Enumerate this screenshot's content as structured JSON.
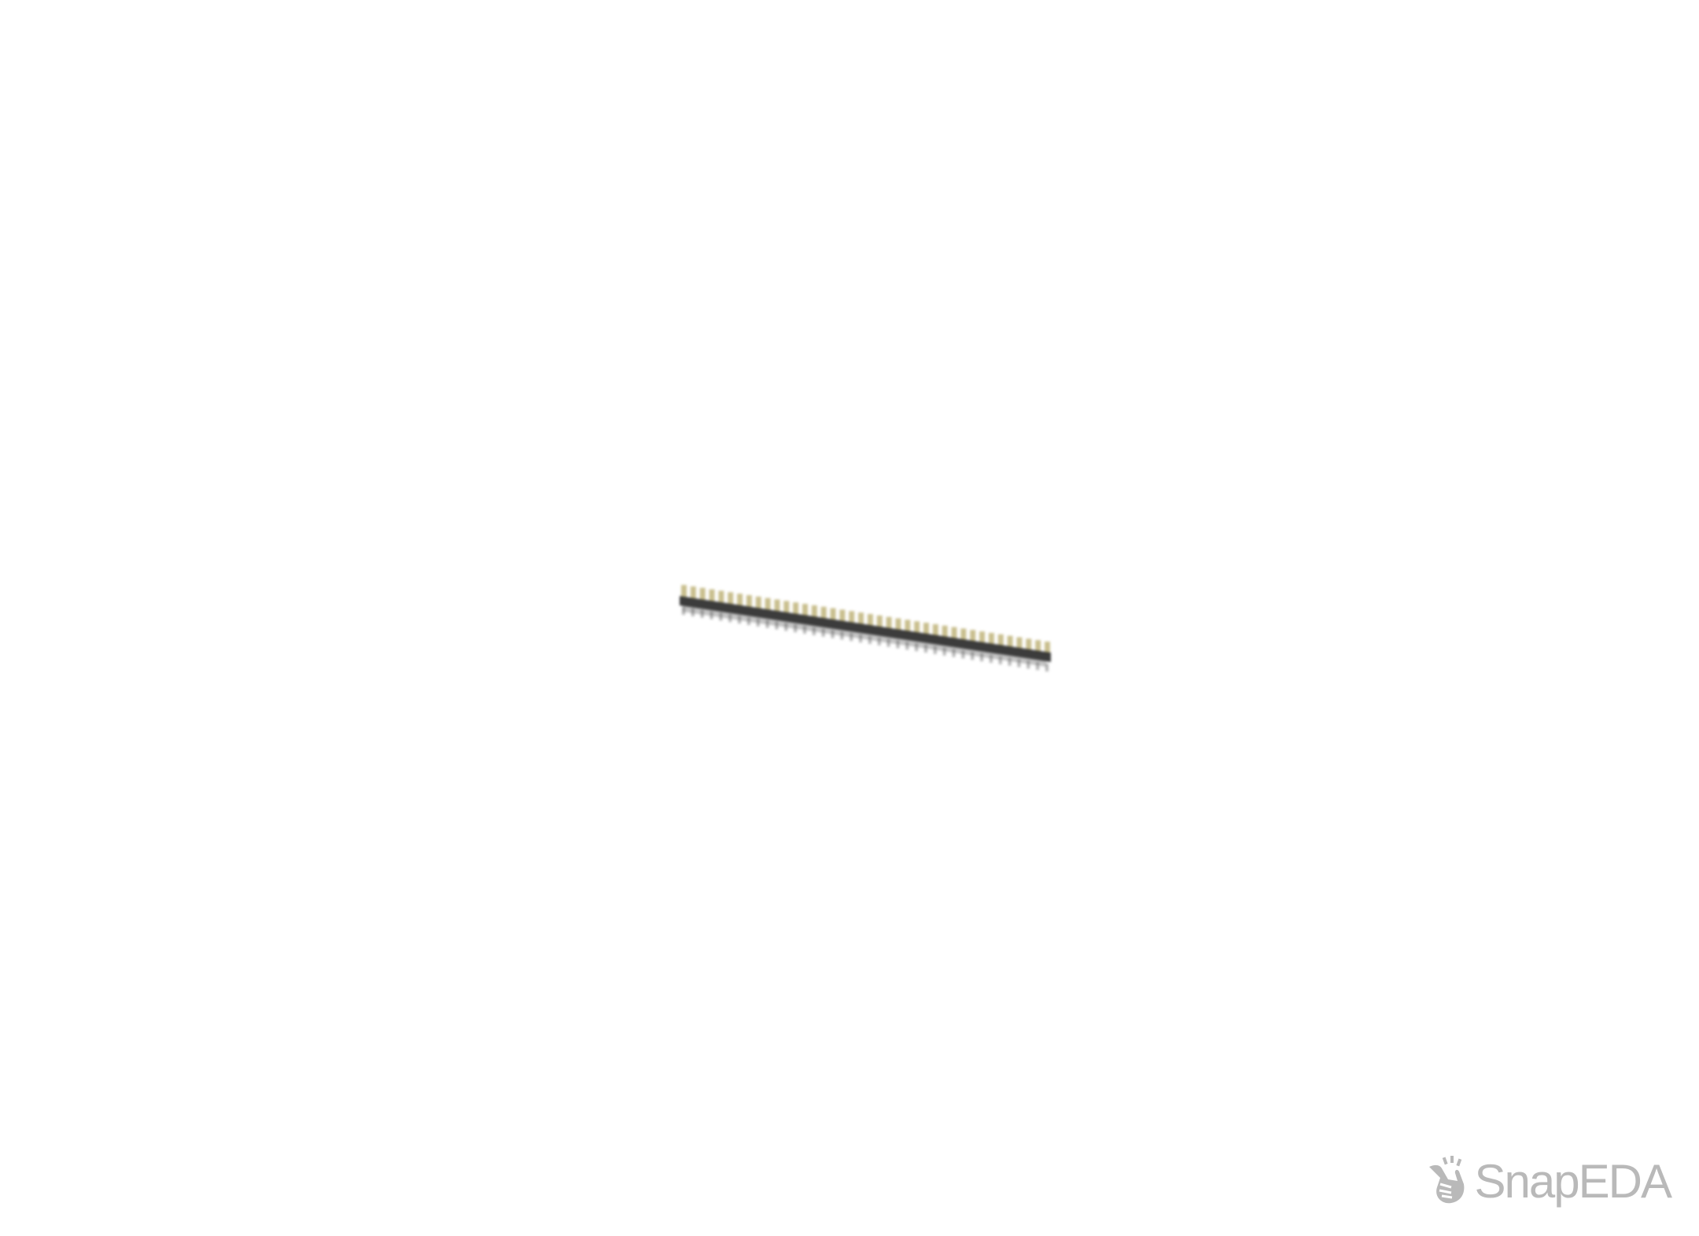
{
  "viewer": {
    "background_color": "#ffffff"
  },
  "component": {
    "type": "pin-header-3d-render",
    "pin_count": 40,
    "pin_color": "#c9bf8e",
    "body_color": "#2b2b2b"
  },
  "watermark": {
    "brand": "SnapEDA",
    "icon": "snap-fingers-icon",
    "color": "#b9b9b9"
  }
}
